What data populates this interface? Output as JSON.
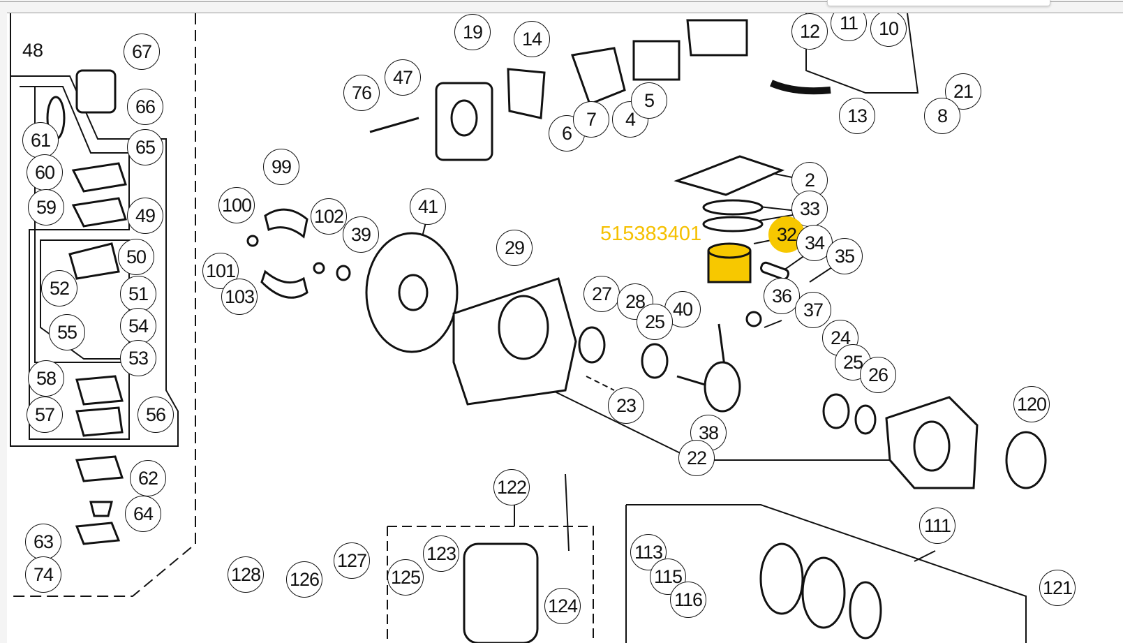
{
  "part_number": "515383401",
  "highlight_color": "#f7c800",
  "plain_labels": [
    "48"
  ],
  "callouts": [
    "19",
    "14",
    "12",
    "11",
    "10",
    "67",
    "76",
    "47",
    "6",
    "7",
    "4",
    "5",
    "21",
    "8",
    "13",
    "66",
    "65",
    "61",
    "60",
    "59",
    "49",
    "99",
    "2",
    "41",
    "33",
    "100",
    "102",
    "39",
    "50",
    "32",
    "34",
    "35",
    "29",
    "101",
    "52",
    "51",
    "103",
    "27",
    "28",
    "36",
    "37",
    "40",
    "25",
    "54",
    "55",
    "53",
    "24",
    "25",
    "26",
    "58",
    "23",
    "120",
    "57",
    "56",
    "38",
    "22",
    "62",
    "122",
    "64",
    "111",
    "63",
    "113",
    "127",
    "123",
    "128",
    "74",
    "126",
    "125",
    "115",
    "121",
    "116",
    "124"
  ],
  "highlighted_callout": "32"
}
